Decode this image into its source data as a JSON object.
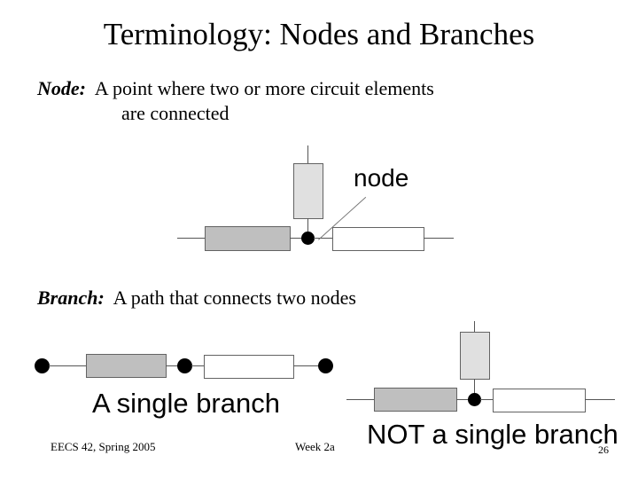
{
  "slide": {
    "title": "Terminology: Nodes and Branches",
    "background_color": "#ffffff",
    "text_color": "#000000"
  },
  "definitions": {
    "node": {
      "term": "Node:",
      "text": "A point where two or more circuit elements",
      "text_line2": "are connected"
    },
    "branch": {
      "term": "Branch:",
      "text": "A path that connects two nodes"
    }
  },
  "diagrams": {
    "node_example": {
      "callout_label": "node",
      "elements": [
        {
          "name": "resistor-left",
          "fill": "#bfbfbf",
          "orientation": "horizontal"
        },
        {
          "name": "resistor-vertical",
          "fill": "#e0e0e0",
          "orientation": "vertical"
        },
        {
          "name": "resistor-right",
          "fill": "#ffffff",
          "orientation": "horizontal"
        }
      ],
      "node_dots": 1
    },
    "single_branch": {
      "caption": "A single branch",
      "elements": [
        {
          "name": "resistor-left",
          "fill": "#bfbfbf",
          "orientation": "horizontal"
        },
        {
          "name": "resistor-right",
          "fill": "#ffffff",
          "orientation": "horizontal"
        }
      ],
      "node_dots": 3
    },
    "not_single_branch": {
      "caption": "NOT a single branch",
      "elements": [
        {
          "name": "resistor-left",
          "fill": "#bfbfbf",
          "orientation": "horizontal"
        },
        {
          "name": "resistor-vertical",
          "fill": "#e0e0e0",
          "orientation": "vertical"
        },
        {
          "name": "resistor-right",
          "fill": "#ffffff",
          "orientation": "horizontal"
        }
      ],
      "node_dots": 1
    }
  },
  "footer": {
    "course": "EECS 42, Spring 2005",
    "week": "Week 2a",
    "page_number": "26"
  },
  "colors": {
    "wire": "#555555",
    "resistor_border": "#636363",
    "resistor_gray": "#bfbfbf",
    "resistor_light_gray": "#e0e0e0",
    "resistor_white": "#ffffff",
    "node_dot": "#000000"
  }
}
